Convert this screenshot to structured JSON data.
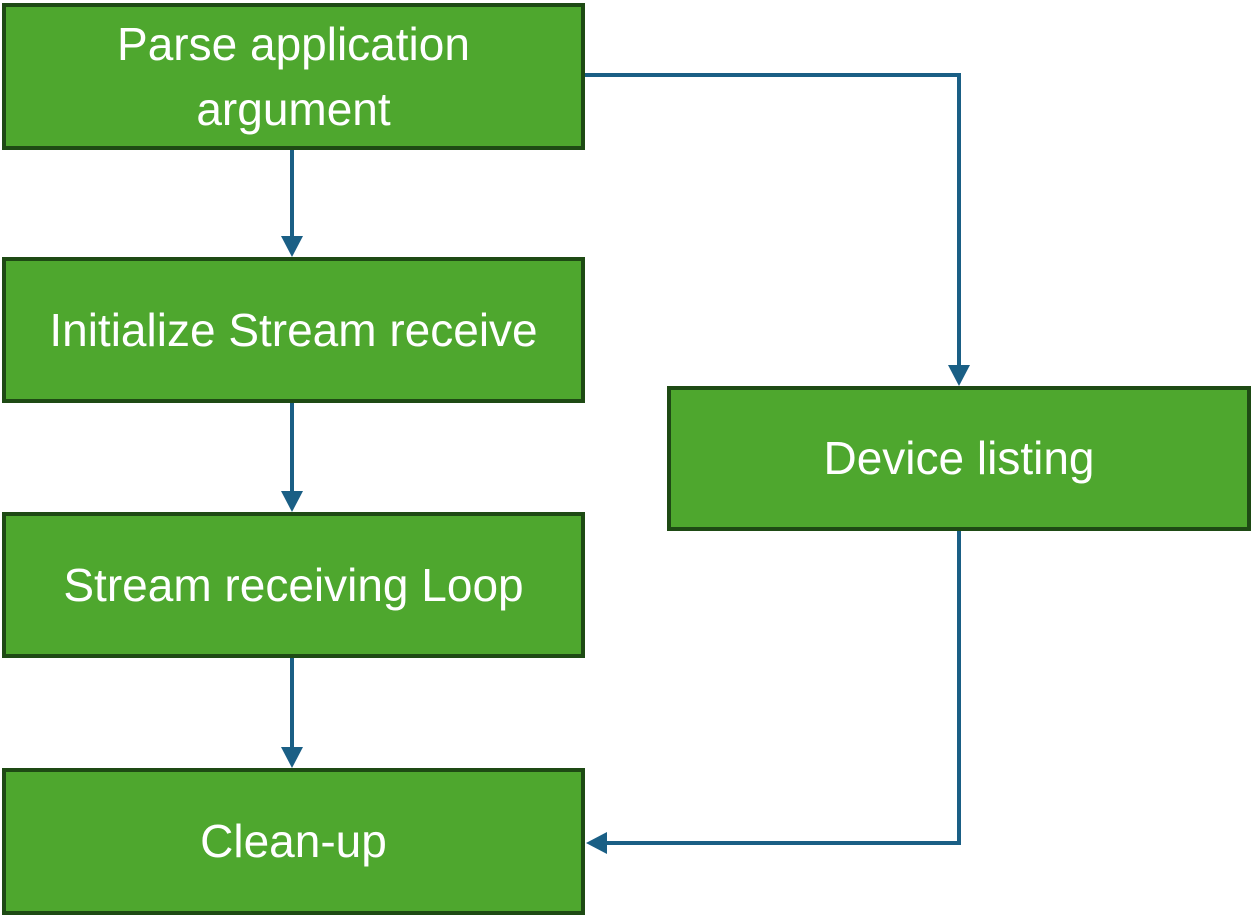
{
  "colors": {
    "node_fill": "#4ea72e",
    "node_border": "#1e4a14",
    "node_text": "#ffffff",
    "arrow": "#1a5f85"
  },
  "nodes": {
    "parse": {
      "label": "Parse application argument"
    },
    "init": {
      "label": "Initialize Stream receive"
    },
    "loop": {
      "label": "Stream receiving Loop"
    },
    "cleanup": {
      "label": "Clean-up"
    },
    "device": {
      "label": "Device listing"
    }
  },
  "edges": [
    {
      "from": "parse",
      "to": "init"
    },
    {
      "from": "init",
      "to": "loop"
    },
    {
      "from": "loop",
      "to": "cleanup"
    },
    {
      "from": "parse",
      "to": "device"
    },
    {
      "from": "device",
      "to": "cleanup"
    }
  ]
}
